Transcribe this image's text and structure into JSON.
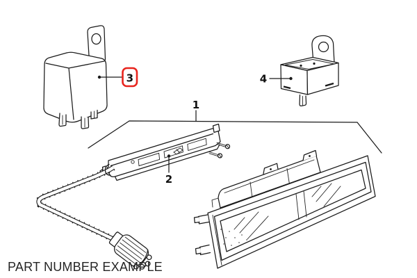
{
  "diagram": {
    "caption": "PART NUMBER EXAMPLE",
    "callouts": {
      "assembly": "1",
      "carrier_rail": "2",
      "relay_large": "3",
      "relay_small": "4"
    },
    "highlighted_callout": "3",
    "colors": {
      "highlight": "#e8241d",
      "line": "#1a1a1a",
      "background": "#ffffff"
    }
  }
}
